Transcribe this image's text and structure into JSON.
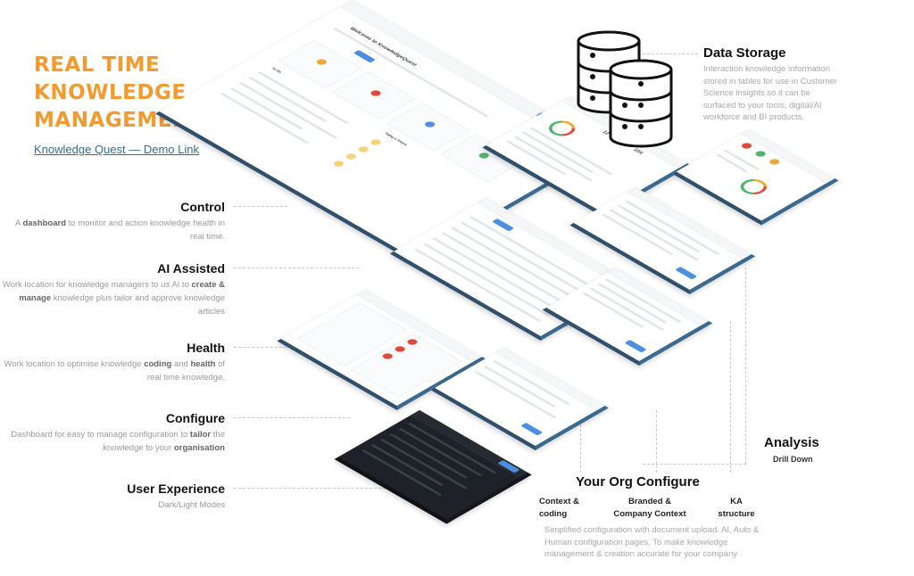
{
  "title": "REAL TIME\nKNOWLEDGE\nMANAGEMENT",
  "demo_link": "Knowledge Quest — Demo Link",
  "features": [
    {
      "heading": "Control",
      "desc_html": "A <b>dashboard</b> to monitor and action knowledge health in real time."
    },
    {
      "heading": "AI Assisted",
      "desc_html": "Work location for knowledge managers to us AI to <b>create &amp; manage</b> knowledge plus tailor and approve knowledge articles"
    },
    {
      "heading": "Health",
      "desc_html": "Work location to optimise knowledge <b>coding</b> and <b>health</b> of real time knowledge."
    },
    {
      "heading": "Configure",
      "desc_html": "Dashboard for easy to manage configuration to <b>tailor</b> the knowledge to your <b>organisation</b>"
    },
    {
      "heading": "User Experience",
      "desc_html": "Dark/Light Modes"
    }
  ],
  "data_storage": {
    "title": "Data Storage",
    "text": "Interaction knowledge information stored in tables for use in Customer Science insights so it can be surfaced to your tools, digital/AI workforce and BI products."
  },
  "analysis": {
    "title": "Analysis",
    "subtitle": "Drill Down"
  },
  "org_configure": {
    "title": "Your Org Configure",
    "columns": [
      "Context &\ncoding",
      "Branded &\nCompany Context",
      "KA\nstructure"
    ],
    "text": "Simplified configuration with document upload. AI, Auto & Human configuration pages. To make knowledge management & creation accurate for your company"
  },
  "screen_labels": {
    "welcome": "Welcome to KnowledgeQuest",
    "todo": "To Do",
    "today_status": "Today's Status",
    "score_small": "KA",
    "num_a": "12",
    "num_b": "104"
  },
  "colors": {
    "accent_orange": "#f29a2e",
    "link_blue": "#2f6f95",
    "screen_edge": "#2f4f6d",
    "button_blue": "#4a8fe0"
  }
}
